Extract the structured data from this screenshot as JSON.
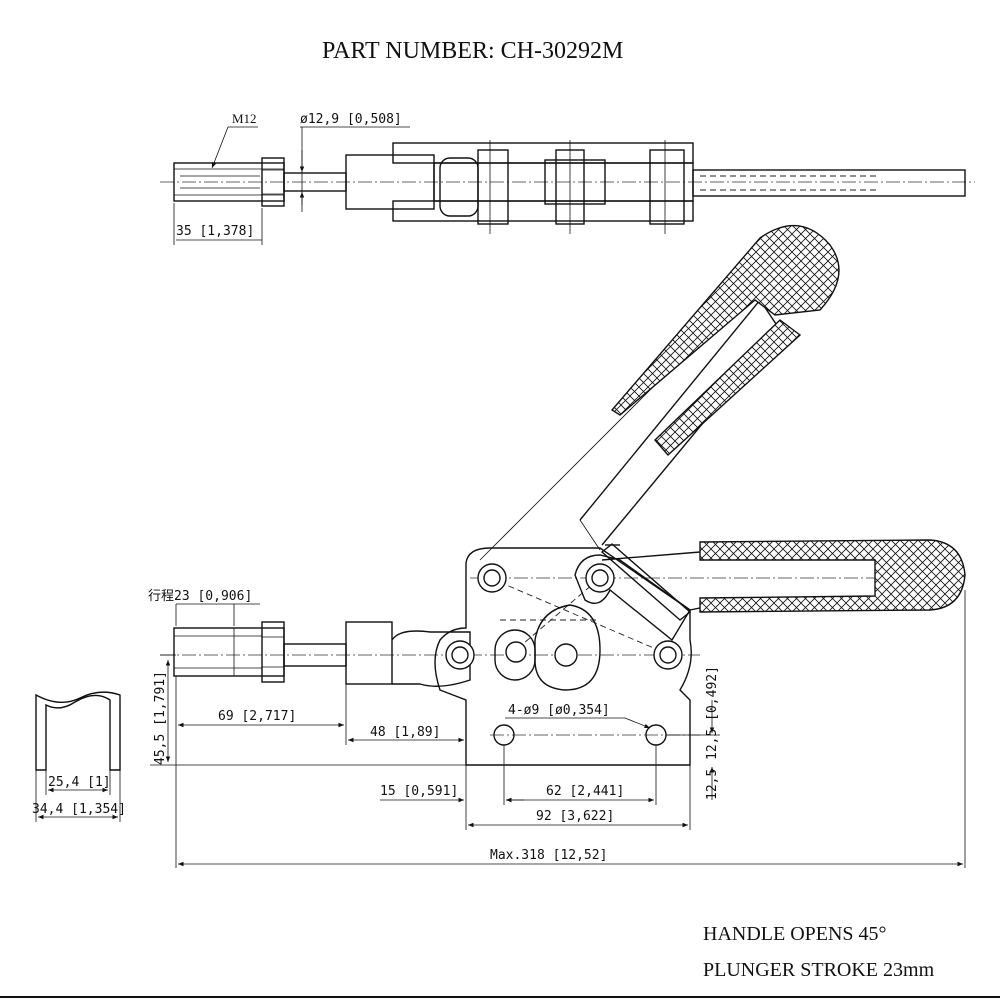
{
  "drawing": {
    "title": "PART NUMBER:   CH-30292M",
    "notes": {
      "handle_opens": "HANDLE OPENS 45°",
      "plunger_stroke": "PLUNGER STROKE 23mm"
    },
    "top_view": {
      "thread_label": "M12",
      "diameter_dim": "ø12,9 [0,508]",
      "hex_length_dim": "35 [1,378]"
    },
    "side_view": {
      "stroke_dim": "行程23 [0,906]",
      "height_dim": "45,5 [1,791]",
      "plunger_len_dim": "69 [2,717]",
      "body_len_dim": "48 [1,89]",
      "holes_dim": "4-ø9 [ø0,354]",
      "hole_offset_dim": "12,5 [0,492]",
      "hole_edge_dim": "15 [0,591]",
      "hole_spacing_dim": "62 [2,441]",
      "base_len_dim": "92 [3,622]",
      "max_len_dim": "Max.318 [12,52]"
    },
    "base_section": {
      "inner_width_dim": "25,4 [1]",
      "outer_width_dim": "34,4 [1,354]"
    }
  }
}
